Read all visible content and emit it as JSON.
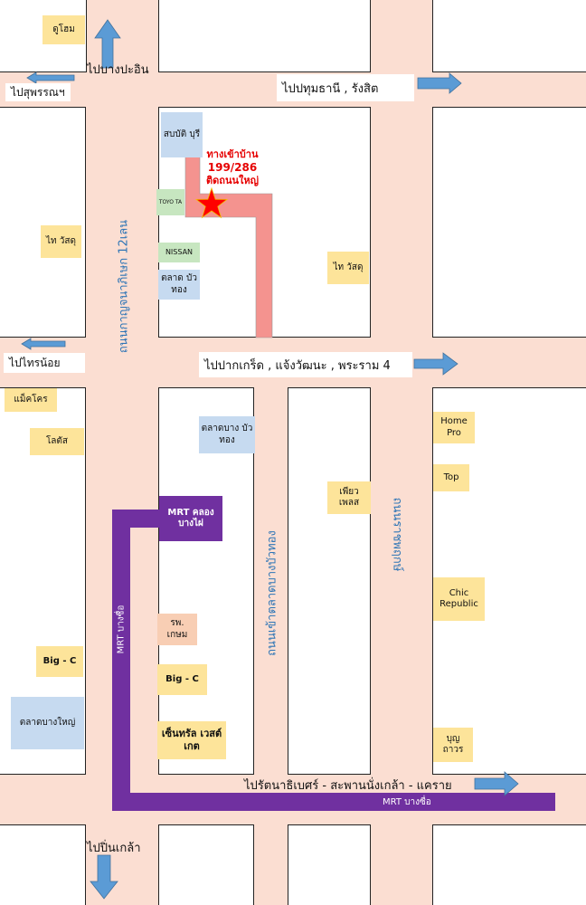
{
  "labels": {
    "to_bang_pa_in": "ไปบางปะอิน",
    "to_suphan": "ไปสุพรรณฯ",
    "to_pathum": "ไปปทุมธานี , รังสิต",
    "to_sai_noi": "ไปไทรน้อย",
    "to_pak_kret": "ไปปากเกร็ด , แจ้งวัฒนะ , พระราม 4",
    "to_rattanathibet": "ไปรัตนาธิเบศร์ - สะพานนั่งเกล้า - แคราย",
    "to_pinklao": "ไปปิ่นเกล้า"
  },
  "roads": {
    "kanchana": "ถนนกาญจนาภิเษก  12เลน",
    "bang_bua_thong_market": "ถนนเข้าตลาดบางบัวทอง",
    "ratchaphruek": "ถนนราชพฤกษ์"
  },
  "entrance": {
    "line1": "ทางเข้าบ้าน",
    "line2": "199/286",
    "line3": "ติดถนนใหญ่"
  },
  "mrt": {
    "station": "MRT คลอง บางไผ่",
    "line_vertical": "MRT บางซื่อ",
    "line_horizontal": "MRT บางซื่อ"
  },
  "places": {
    "duhome": "ดูโฮม",
    "sombat_buri": "สบบัติ บุรี",
    "toyota": "TOYO TA",
    "nissan": "NISSAN",
    "bua_thong_market_1": "ตลาด บัวทอง",
    "thai_watsadu_left": "ไท วัสดุ",
    "thai_watsadu_right": "ไท วัสดุ",
    "makro": "แม็คโคร",
    "lotus": "โลตัส",
    "bang_bua_thong_market_2": "ตลาดบาง บัวทอง",
    "home_pro": "Home Pro",
    "top": "Top",
    "phiao_place": "เพียว เพลส",
    "chic_republic": "Chic Republic",
    "kasem_hospital": "รพ. เกษม",
    "big_c_left": "Big - C",
    "big_c_mid": "Big - C",
    "bang_yai_market": "ตลาดบางใหญ่",
    "central_westgate": "เซ็นทรัล เวสต์เกต",
    "bunthavorn": "บุญ ถาวร"
  },
  "colors": {
    "road": "#fbded2",
    "route": "#f4938f",
    "mrt": "#7030a0",
    "arrow": "#5b9bd5",
    "star": "#ff0000",
    "entrance_text": "#e60000",
    "road_label": "#2e75b6"
  },
  "icons": {
    "star": "star-icon",
    "arrow": "arrow-icon"
  }
}
